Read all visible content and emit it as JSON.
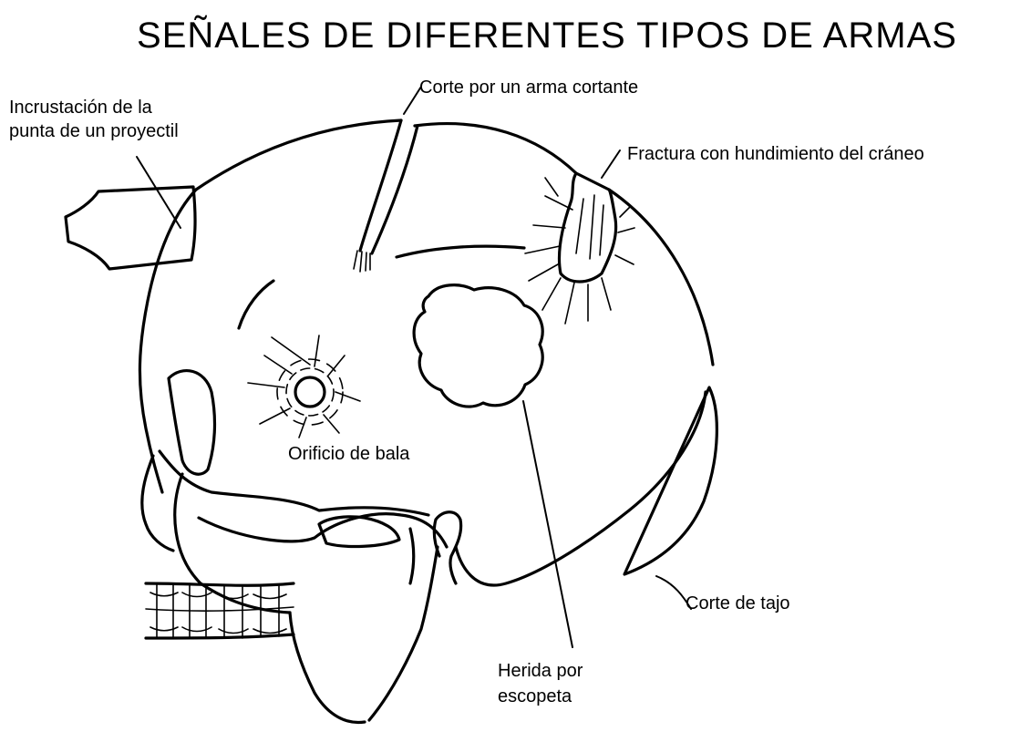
{
  "title": "SEÑALES DE DIFERENTES TIPOS DE ARMAS",
  "labels": {
    "projectile_tip_line1": "Incrustación de la",
    "projectile_tip_line2": "punta de un proyectil",
    "sharp_weapon_cut": "Corte por un arma cortante",
    "depressed_fracture": "Fractura con hundimiento del cráneo",
    "bullet_hole": "Orificio de bala",
    "shotgun_wound_line1": "Herida por",
    "shotgun_wound_line2": "escopeta",
    "slash_cut": "Corte de tajo"
  },
  "colors": {
    "ink": "#000000",
    "background": "#ffffff"
  }
}
